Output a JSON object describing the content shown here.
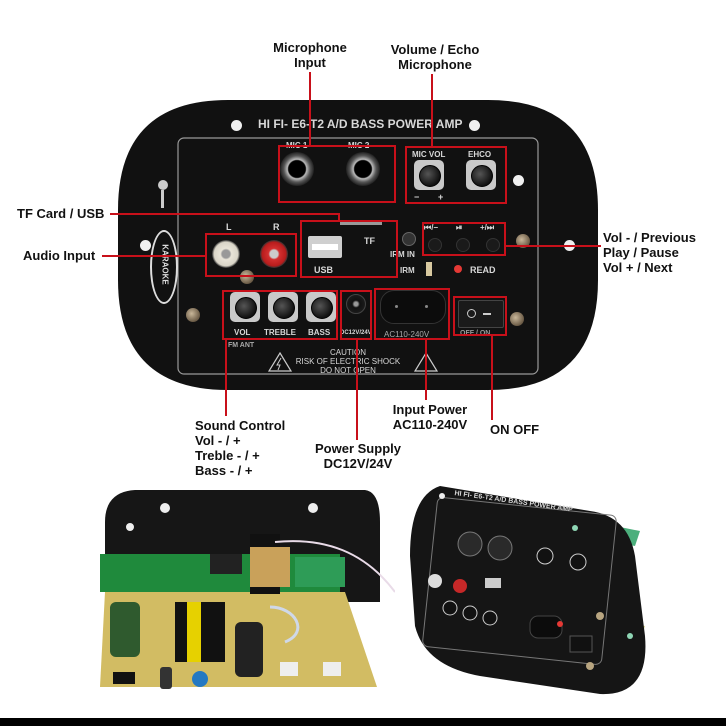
{
  "callouts": {
    "mic_input": [
      "Microphone",
      "Input"
    ],
    "vol_echo": [
      "Volume / Echo",
      "Microphone"
    ],
    "tf_usb": "TF Card / USB",
    "audio_input": "Audio Input",
    "media_buttons": [
      "Vol - / Previous",
      "Play / Pause",
      "Vol + / Next"
    ],
    "sound_control": [
      "Sound Control",
      "Vol - / +",
      "Treble - / +",
      "Bass - / +"
    ],
    "power_supply": [
      "Power Supply",
      "DC12V/24V"
    ],
    "input_power": [
      "Input Power",
      "AC110-240V"
    ],
    "on_off": "ON OFF"
  },
  "panel": {
    "title": "HI FI- E6-T2 A/D BASS POWER AMP",
    "mic1": "MIC 1",
    "mic2": "MIC 2",
    "mic_vol": "MIC VOL",
    "echo": "EHCO",
    "minus": "−",
    "plus": "+",
    "left": "L",
    "right": "R",
    "usb": "USB",
    "tf": "TF",
    "karaoke": "KARAOKE",
    "irm_in": "IRM IN",
    "irm": "IRM",
    "read": "READ",
    "btn_prev": "⏮/−",
    "btn_play": "⏯",
    "btn_next": "+/⏭",
    "vol": "VOL",
    "treble": "TREBLE",
    "bass": "BASS",
    "dc": "DC12V/24V",
    "ac": "AC110-240V",
    "offon": "OFF / ON",
    "fm_ant": "FM ANT",
    "caution": [
      "CAUTION",
      "RISK OF ELECTRIC SHOCK",
      "DO NOT OPEN"
    ]
  },
  "photos": {
    "back_view": "amplifier board rear view",
    "angled_view": "amplifier panel angled view",
    "angled_title": "HI FI- E6-T2 A/D BASS POWER AMP"
  },
  "colors": {
    "callout_red": "#c8101a",
    "panel_black": "#111111",
    "pcb_green": "#1f8a3c",
    "pcb_yellow": "#d9c36a"
  }
}
